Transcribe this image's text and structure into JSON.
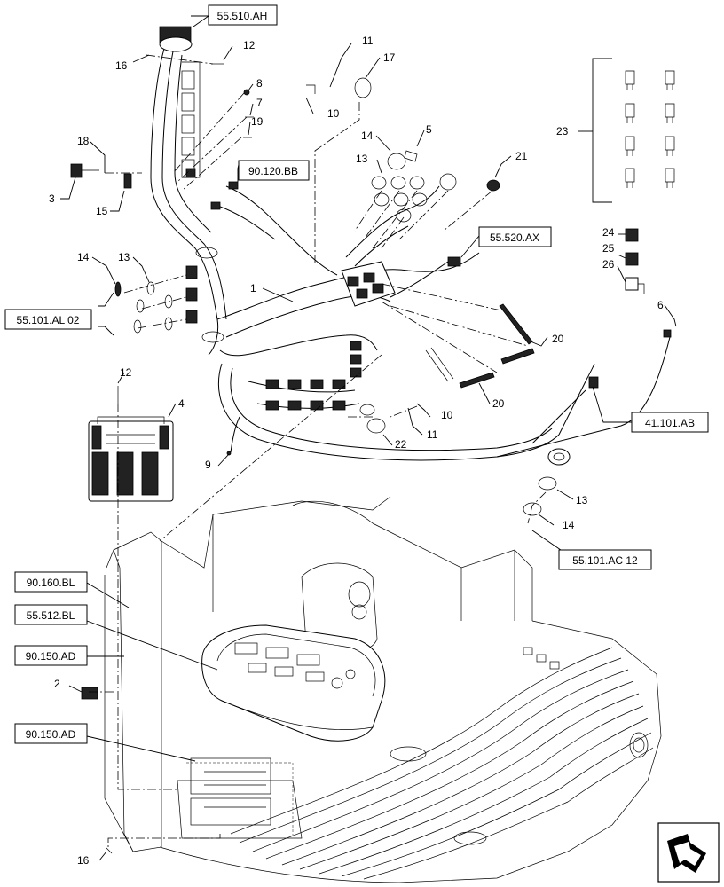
{
  "diagram": {
    "reference_boxes": [
      {
        "id": "55.510.AH",
        "text": "55.510.AH"
      },
      {
        "id": "90.120.BB",
        "text": "90.120.BB"
      },
      {
        "id": "55.520.AX",
        "text": "55.520.AX"
      },
      {
        "id": "55.101.AL 02",
        "text": "55.101.AL 02"
      },
      {
        "id": "41.101.AB",
        "text": "41.101.AB"
      },
      {
        "id": "55.101.AC 12",
        "text": "55.101.AC 12"
      },
      {
        "id": "90.160.BL",
        "text": "90.160.BL"
      },
      {
        "id": "55.512.BL",
        "text": "55.512.BL"
      },
      {
        "id": "90.150.AD a",
        "text": "90.150.AD"
      },
      {
        "id": "90.150.AD b",
        "text": "90.150.AD"
      }
    ],
    "part_numbers": [
      {
        "id": "p12a",
        "text": "12"
      },
      {
        "id": "p16a",
        "text": "16"
      },
      {
        "id": "p8",
        "text": "8"
      },
      {
        "id": "p7",
        "text": "7"
      },
      {
        "id": "p19",
        "text": "19"
      },
      {
        "id": "p18",
        "text": "18"
      },
      {
        "id": "p3",
        "text": "3"
      },
      {
        "id": "p15",
        "text": "15"
      },
      {
        "id": "p11a",
        "text": "11"
      },
      {
        "id": "p17",
        "text": "17"
      },
      {
        "id": "p10a",
        "text": "10"
      },
      {
        "id": "p14a",
        "text": "14"
      },
      {
        "id": "p5",
        "text": "5"
      },
      {
        "id": "p13a",
        "text": "13"
      },
      {
        "id": "p21",
        "text": "21"
      },
      {
        "id": "p23",
        "text": "23"
      },
      {
        "id": "p24",
        "text": "24"
      },
      {
        "id": "p25",
        "text": "25"
      },
      {
        "id": "p26",
        "text": "26"
      },
      {
        "id": "p14b",
        "text": "14"
      },
      {
        "id": "p13b",
        "text": "13"
      },
      {
        "id": "p1",
        "text": "1"
      },
      {
        "id": "p6",
        "text": "6"
      },
      {
        "id": "p20a",
        "text": "20"
      },
      {
        "id": "p20b",
        "text": "20"
      },
      {
        "id": "p12b",
        "text": "12"
      },
      {
        "id": "p4",
        "text": "4"
      },
      {
        "id": "p10b",
        "text": "10"
      },
      {
        "id": "p11b",
        "text": "11"
      },
      {
        "id": "p22",
        "text": "22"
      },
      {
        "id": "p9",
        "text": "9"
      },
      {
        "id": "p13c",
        "text": "13"
      },
      {
        "id": "p14c",
        "text": "14"
      },
      {
        "id": "p2",
        "text": "2"
      },
      {
        "id": "p16b",
        "text": "16"
      }
    ]
  },
  "nav_icon": {
    "icon": "next-page-arrow-icon"
  }
}
